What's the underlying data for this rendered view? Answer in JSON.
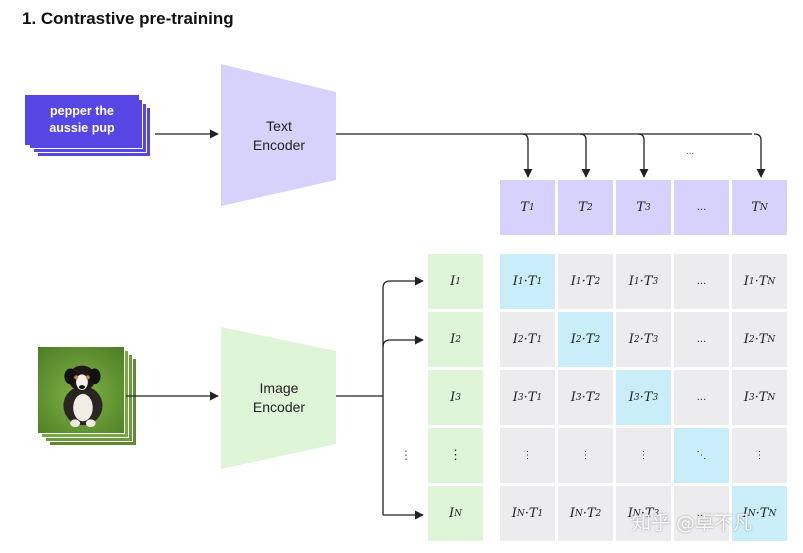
{
  "title": "1. Contrastive pre-training",
  "text_input": {
    "line1": "pepper the",
    "line2": "aussie pup"
  },
  "text_encoder": {
    "line1": "Text",
    "line2": "Encoder"
  },
  "image_encoder": {
    "line1": "Image",
    "line2": "Encoder"
  },
  "text_features": [
    "T1",
    "T2",
    "T3",
    "...",
    "TN"
  ],
  "image_features": [
    "I1",
    "I2",
    "I3",
    "⋮",
    "IN"
  ],
  "top_ellipsis": "...",
  "left_ellipsis": "⋮",
  "matrix": [
    [
      "I1·T1",
      "I1·T2",
      "I1·T3",
      "...",
      "I1·TN"
    ],
    [
      "I2·T1",
      "I2·T2",
      "I2·T3",
      "...",
      "I2·TN"
    ],
    [
      "I3·T1",
      "I3·T2",
      "I3·T3",
      "...",
      "I3·TN"
    ],
    [
      "⋮",
      "⋮",
      "⋮",
      "⋱",
      "⋮"
    ],
    [
      "IN·T1",
      "IN·T2",
      "IN·T3",
      "...",
      "IN·TN"
    ]
  ],
  "watermark": "知乎 @卓不凡",
  "colors": {
    "text_card": "#5647e5",
    "text_encoder": "#d7d2fb",
    "image_encoder": "#dff5d8",
    "matrix_cell": "#ececee",
    "diagonal_cell": "#c9eefa"
  }
}
